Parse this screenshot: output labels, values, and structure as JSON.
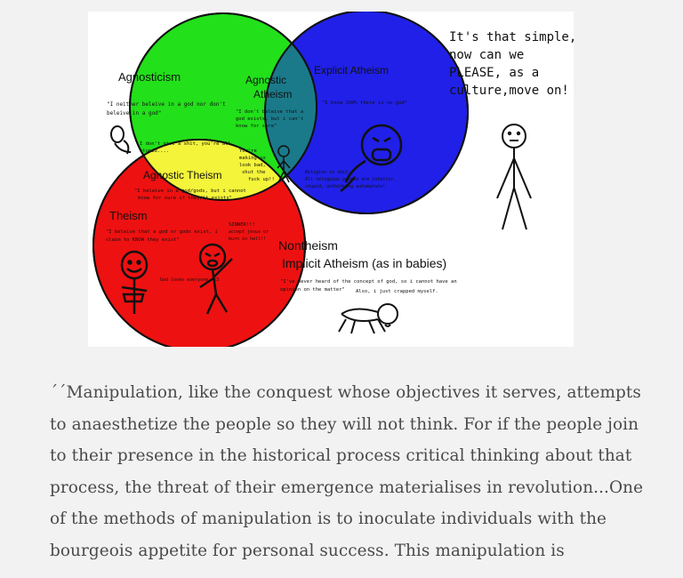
{
  "image": {
    "venn": {
      "agnosticism": {
        "label": "Agnosticism",
        "quote_line1": "\"I neither beleive in a god nor don't",
        "quote_line2": "beleive in a god\"",
        "side_line1": "I don't give a shit, you're all",
        "side_line2": "stupid...."
      },
      "agnostic_atheism": {
        "label_line1": "Agnostic",
        "label_line2": "Atheism",
        "quote_line1": "\"I don't beleive that a",
        "quote_line2": "god exists, but i can't",
        "quote_line3": "know for sure\"",
        "aside_line1": "You're",
        "aside_line2": "making us",
        "aside_line3": "look bad,",
        "aside_line4": "shut the",
        "aside_line5": "fuck up!!"
      },
      "explicit_atheism": {
        "label": "Explicit Atheism",
        "quote": "\"I know 100% there is no god\"",
        "rant_line1": "Religion is shit.",
        "rant_line2": "All religious people are inferior,",
        "rant_line3": "stupid, unthinking automatons!"
      },
      "agnostic_theism": {
        "label": "Agnostic Theism",
        "quote_line1": "\"I beleive in a god/gods, but i cannot",
        "quote_line2": "know for sure if they/it exists\""
      },
      "theism": {
        "label": "Theism",
        "quote_line1": "\"I beleive that a god or gods exist, i",
        "quote_line2": "claim to KNOW they exist\"",
        "sinner_line1": "SINNER!!!",
        "sinner_line2": "accept jesus or",
        "sinner_line3": "burn in hell!!",
        "love": "God loves everyone. <3"
      }
    },
    "simple_line1": "It's that simple,",
    "simple_line2": "now can we",
    "simple_line3": "PLEASE, as a",
    "simple_line4": "culture,move on!",
    "nontheism": "Nontheism",
    "implicit": "Implicit Atheism (as in babies)",
    "baby_quote_line1": "\"I've never heard of the concept of god, so i cannot have an",
    "baby_quote_line2": "opinion on the matter\"",
    "baby_aside": "Also, i just crapped myself.",
    "colors": {
      "agnosticism": "#22e01a",
      "atheism": "#2020e8",
      "overlap": "#1a7a8a",
      "theism": "#ee1111",
      "agnostic_theism": "#f4f43a"
    }
  },
  "text": {
    "line1": "´´Manipulation, like the conquest whose objectives it serves, attempts",
    "line2": "to anaesthetize the people so they will not think. For if the people join",
    "line3": "to their presence in the historical process critical thinking about that",
    "line4": "process, the threat of their emergence materialises in revolution...One",
    "line5": "of the methods of manipulation is to inoculate individuals with the",
    "line6": "bourgeois appetite for personal success. This manipulation is"
  }
}
